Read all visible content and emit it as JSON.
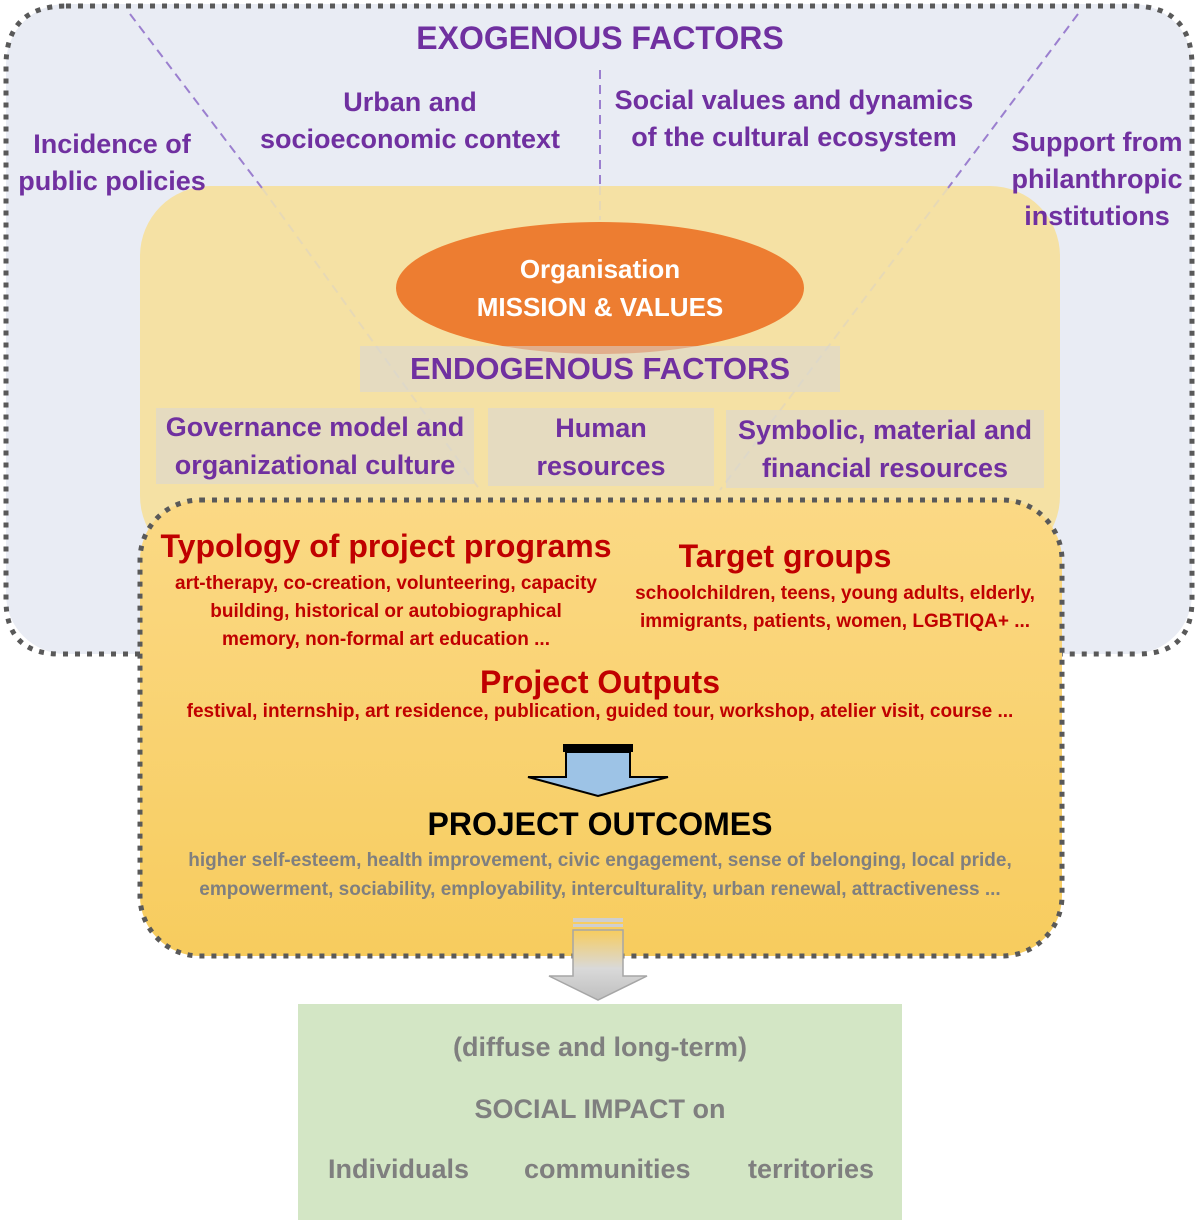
{
  "exogenous": {
    "title": "EXOGENOUS FACTORS",
    "items": [
      {
        "lines": [
          "Incidence of",
          "public policies"
        ]
      },
      {
        "lines": [
          "Urban and",
          "socioeconomic context"
        ]
      },
      {
        "lines": [
          "Social values and dynamics",
          "of the cultural ecosystem"
        ]
      },
      {
        "lines": [
          "Support from",
          "philanthropic",
          "institutions"
        ]
      }
    ]
  },
  "mission": {
    "line1": "Organisation",
    "line2": "MISSION & VALUES"
  },
  "endogenous": {
    "title": "ENDOGENOUS FACTORS",
    "items": [
      {
        "lines": [
          "Governance model and",
          "organizational culture"
        ]
      },
      {
        "lines": [
          "Human",
          "resources"
        ]
      },
      {
        "lines": [
          "Symbolic, material and",
          "financial resources"
        ]
      }
    ]
  },
  "typology": {
    "title": "Typology of project programs",
    "lines": [
      "art-therapy, co-creation, volunteering, capacity",
      "building, historical or autobiographical",
      "memory, non-formal art education ..."
    ]
  },
  "target_groups": {
    "title": "Target groups",
    "lines": [
      "schoolchildren, teens, young adults, elderly,",
      "immigrants, patients, women, LGBTIQA+ ..."
    ]
  },
  "outputs": {
    "title": "Project Outputs",
    "text": "festival, internship, art residence, publication, guided tour, workshop, atelier visit, course ..."
  },
  "outcomes": {
    "title": "PROJECT OUTCOMES",
    "lines": [
      "higher self-esteem, health improvement, civic engagement, sense of belonging, local pride,",
      "empowerment, sociability, employability, interculturality, urban renewal, attractiveness ..."
    ]
  },
  "impact": {
    "line1": "(diffuse and long-term)",
    "line2": "SOCIAL IMPACT on",
    "items": [
      "Individuals",
      "communities",
      "territories"
    ]
  },
  "colors": {
    "purple": "#7030a0",
    "red": "#c00000",
    "orange": "#ed7d31",
    "exogenous_bg": "#e9ecf4",
    "endogenous_bg": "#f5e1a4",
    "project_bg": "#f7cc5e",
    "impact_bg": "#d3e6c5"
  }
}
